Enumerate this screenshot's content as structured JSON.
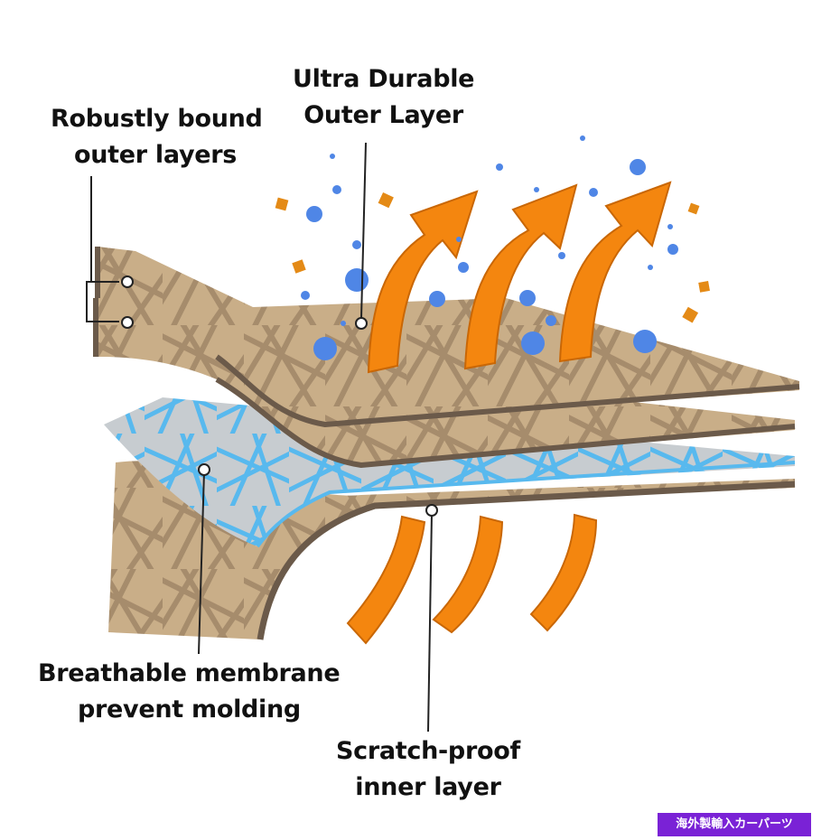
{
  "labels": {
    "robust": [
      "Robustly bound",
      "outer layers"
    ],
    "ultra": [
      "Ultra Durable",
      "Outer Layer"
    ],
    "breathable": [
      "Breathable membrane",
      "prevent molding"
    ],
    "scratch": [
      "Scratch-proof",
      "inner layer"
    ]
  },
  "badge": "海外製輸入カーパーツ",
  "colors": {
    "fabric": "#c9ae88",
    "fabric_line": "#a08667",
    "edge": "#6b5a4a",
    "membrane": "#c7ccd0",
    "membrane_line": "#58b9ee",
    "arrow": "#f4860f",
    "arrow_dark": "#c96706",
    "bubble": "#4f86e6",
    "particle": "#e48a16",
    "badge_bg": "#7a22d6"
  }
}
